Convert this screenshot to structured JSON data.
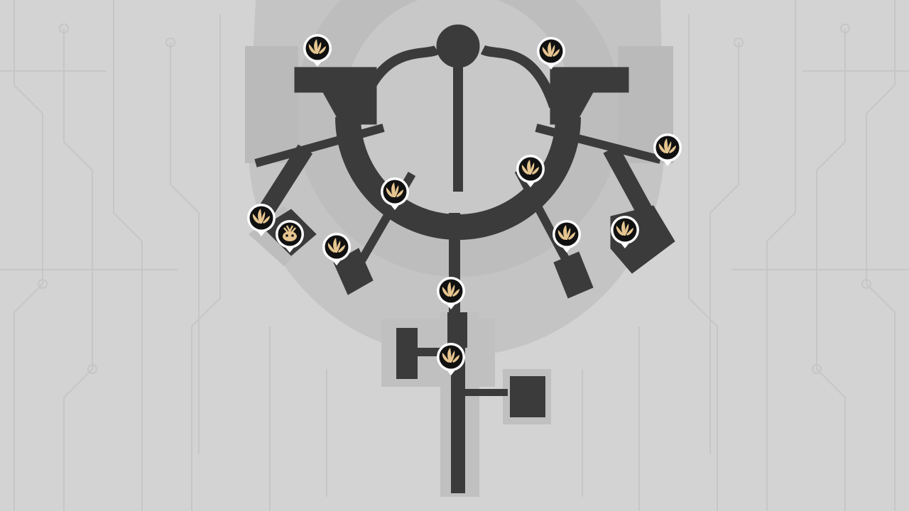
{
  "map": {
    "accent_color": "#e6c590",
    "floor_color": "#3b3b3b",
    "background_color": "#d3d3d3"
  },
  "markers": [
    {
      "type": "treasure",
      "icon": "golden-sprout-icon"
    },
    {
      "type": "treasure",
      "icon": "golden-sprout-icon"
    },
    {
      "type": "treasure",
      "icon": "golden-sprout-icon"
    },
    {
      "type": "treasure",
      "icon": "golden-sprout-icon"
    },
    {
      "type": "treasure",
      "icon": "golden-sprout-icon"
    },
    {
      "type": "treasure",
      "icon": "golden-sprout-icon"
    },
    {
      "type": "creature",
      "icon": "creature-face-icon"
    },
    {
      "type": "treasure",
      "icon": "golden-sprout-icon"
    },
    {
      "type": "treasure",
      "icon": "golden-sprout-icon"
    },
    {
      "type": "treasure",
      "icon": "golden-sprout-icon"
    },
    {
      "type": "treasure",
      "icon": "golden-sprout-icon"
    },
    {
      "type": "treasure",
      "icon": "golden-sprout-icon"
    }
  ]
}
